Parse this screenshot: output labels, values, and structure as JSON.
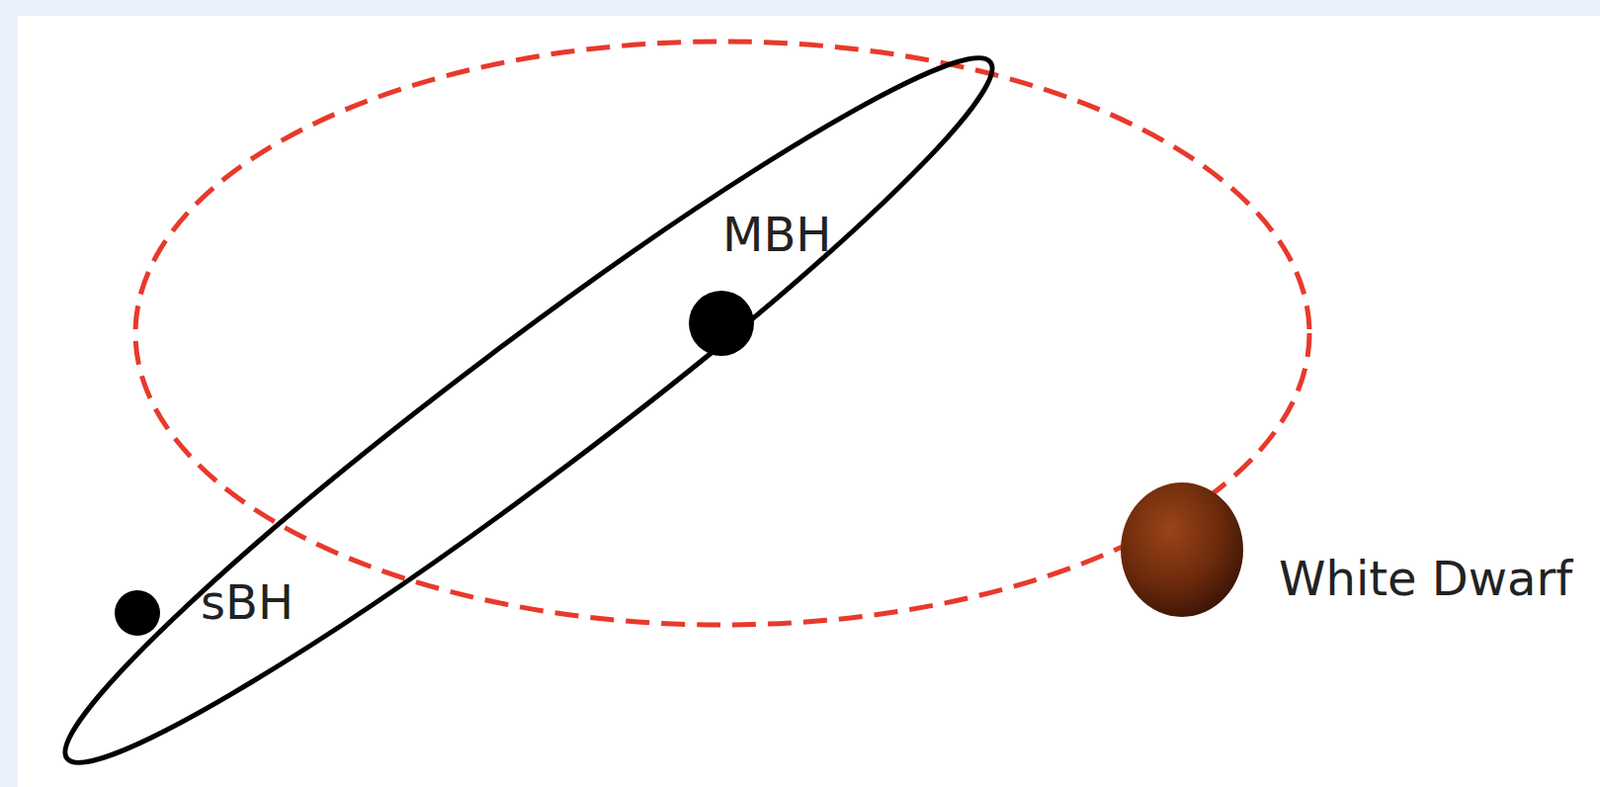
{
  "diagram": {
    "labels": [
      "MBH",
      "sBH",
      "White Dwarf"
    ]
  }
}
